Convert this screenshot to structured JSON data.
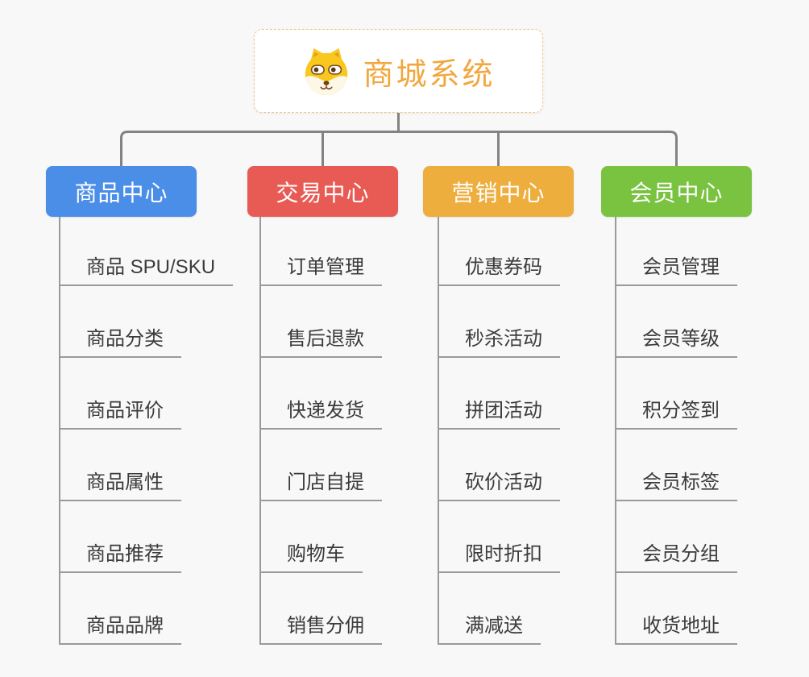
{
  "root": {
    "title": "商城系统",
    "icon": "shiba-dog-icon"
  },
  "branches": [
    {
      "label": "商品中心",
      "color": "#4A8EE8",
      "children": [
        "商品 SPU/SKU",
        "商品分类",
        "商品评价",
        "商品属性",
        "商品推荐",
        "商品品牌"
      ]
    },
    {
      "label": "交易中心",
      "color": "#E85B55",
      "children": [
        "订单管理",
        "售后退款",
        "快递发货",
        "门店自提",
        "购物车",
        "销售分佣"
      ]
    },
    {
      "label": "营销中心",
      "color": "#EDAE3E",
      "children": [
        "优惠券码",
        "秒杀活动",
        "拼团活动",
        "砍价活动",
        "限时折扣",
        "满减送"
      ]
    },
    {
      "label": "会员中心",
      "color": "#79C340",
      "children": [
        "会员管理",
        "会员等级",
        "积分签到",
        "会员标签",
        "会员分组",
        "收货地址"
      ]
    }
  ],
  "colors": {
    "background": "#F8F8F8",
    "root_border": "#F2C488",
    "root_title": "#F1A73E",
    "connector": "#838383",
    "leaf_line": "#9A9A9A",
    "leaf_text": "#3B3B3B"
  }
}
